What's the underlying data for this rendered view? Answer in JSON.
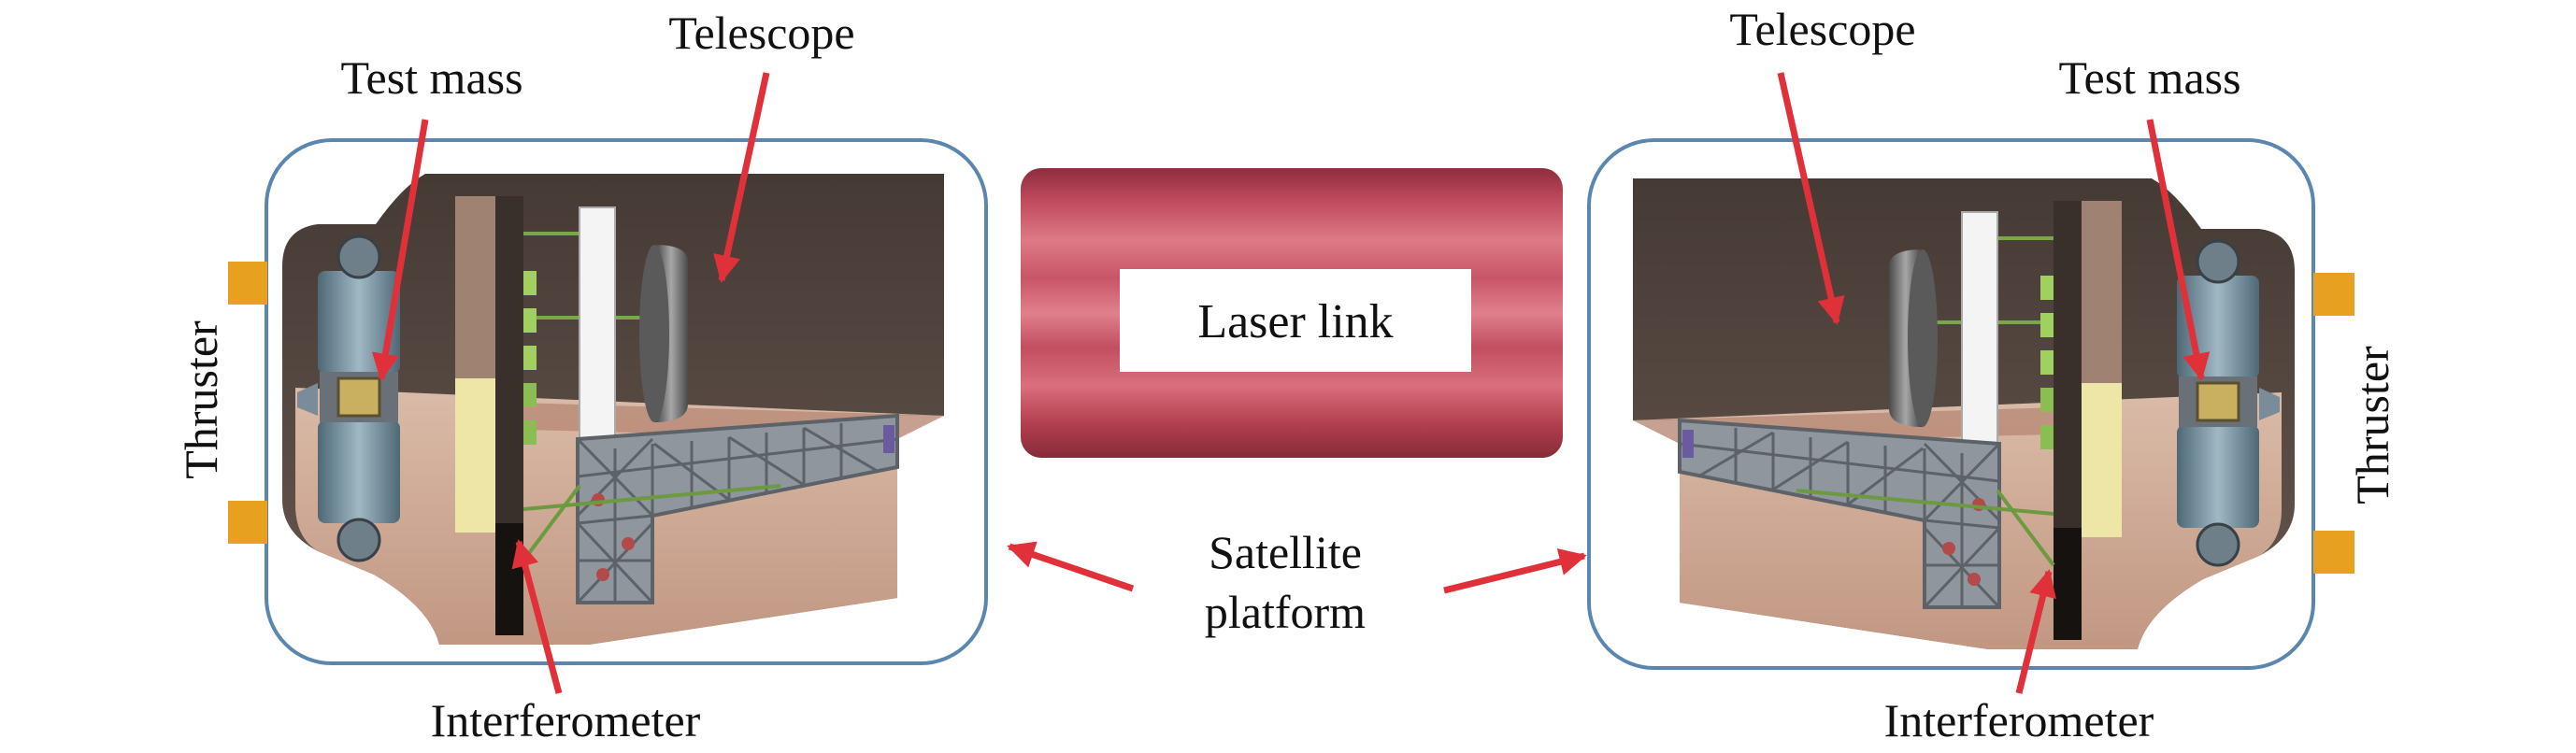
{
  "labels": {
    "laser_link": "Laser link",
    "satellite_platform_line1": "Satellite",
    "satellite_platform_line2": "platform",
    "left": {
      "telescope": "Telescope",
      "test_mass": "Test mass",
      "thruster": "Thruster",
      "interferometer": "Interferometer"
    },
    "right": {
      "telescope": "Telescope",
      "test_mass": "Test mass",
      "thruster": "Thruster",
      "interferometer": "Interferometer"
    }
  },
  "colors": {
    "arrow": "#e0303a",
    "platform_outline": "#5b86b0",
    "laser_beam": "#cc5a6a",
    "thruster": "#e8a020",
    "hull": "#5a4a42",
    "lower_hull": "#d8b7a4",
    "test_mass_housing": "#7a96a6",
    "interferometer_panel": "#eee6a6",
    "truss": "#8f969d"
  }
}
